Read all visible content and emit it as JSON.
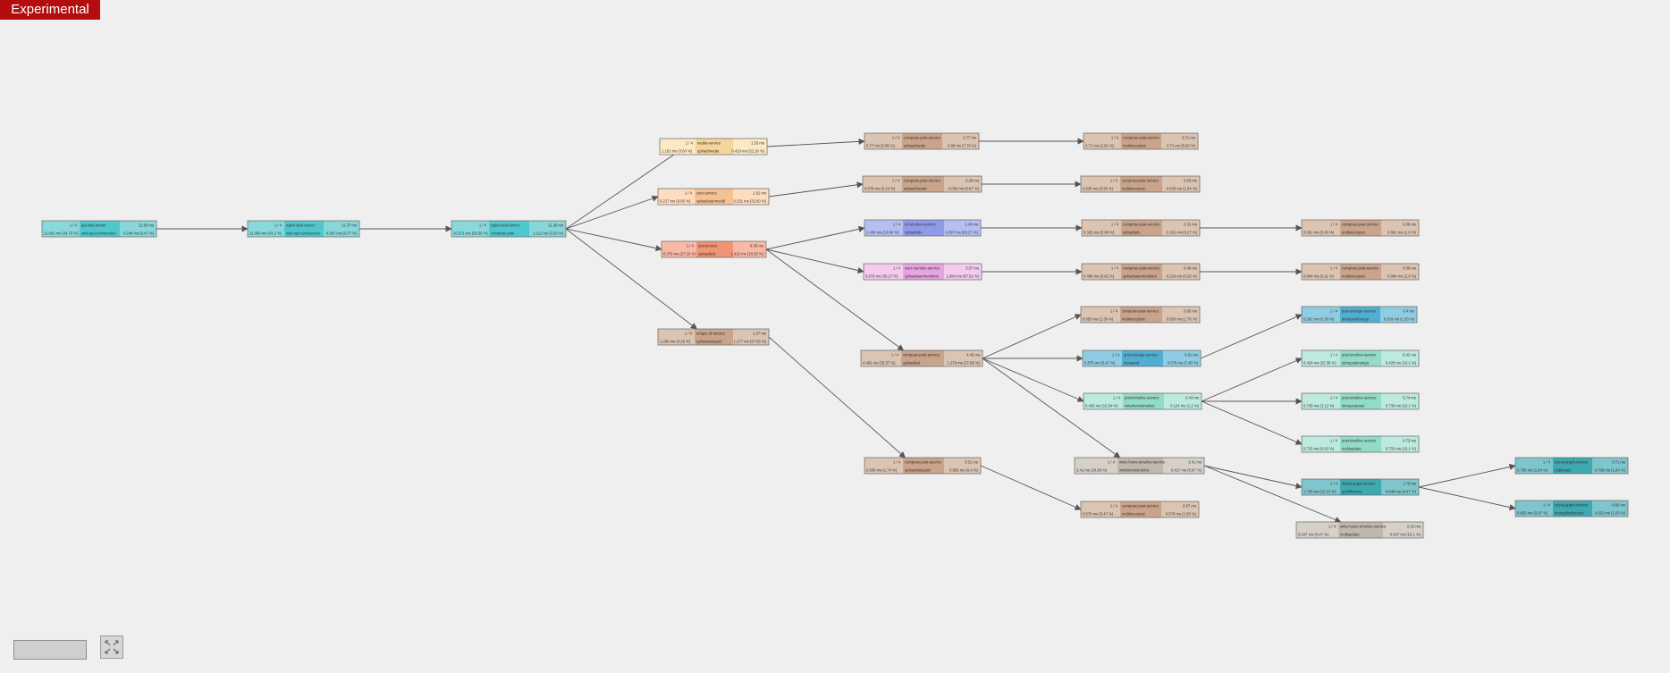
{
  "badge": "Experimental",
  "colors": {
    "edge": "#555555",
    "teal": [
      "#88d8dc",
      "#4ec7ce",
      "#86d6da"
    ],
    "yellow": [
      "#fbe9c3",
      "#f6d49a",
      "#fbe9c3"
    ],
    "peach": [
      "#fddcc0",
      "#f7c293",
      "#fddcc0"
    ],
    "salmon": [
      "#f8b9a6",
      "#ef9474",
      "#f8b9a6"
    ],
    "tan": [
      "#dbc4b2",
      "#c9a38a",
      "#dbc4b2"
    ],
    "blue": [
      "#b6bff2",
      "#8f9be8",
      "#b6bff2"
    ],
    "pink": [
      "#f4cbee",
      "#e8a4e0",
      "#f4cbee"
    ],
    "sky": [
      "#8fcce2",
      "#4faed3",
      "#8fcce2"
    ],
    "mint": [
      "#bde9de",
      "#92dbc7",
      "#bde9de"
    ],
    "gray": [
      "#d5d1c8",
      "#bfb9ad",
      "#d5d1c8"
    ],
    "deepteal": [
      "#7fc5cc",
      "#3ea9b1",
      "#7fc5cc"
    ]
  },
  "nodes": [
    {
      "id": "n1",
      "color": "teal",
      "count": "1 / 4",
      "service": "api-web-server",
      "op": "web-api-com/service",
      "time": "11.60 ms",
      "stat1": "11.601 ms (34.70 %)",
      "stat2": "0.249 ms (0.47 %)"
    },
    {
      "id": "n2",
      "color": "teal",
      "count": "1 / 4",
      "service": "nginx-web-server",
      "op": "web-api-com/service",
      "time": "11.37 ms",
      "stat1": "11.360 ms (34.2 %)",
      "stat2": "0.097 ms (0.77 %)"
    },
    {
      "id": "n3",
      "color": "teal",
      "count": "1 / 4",
      "service": "nginx-web-server",
      "op": "compose-post",
      "time": "11.30 ms",
      "stat1": "10.271 ms (30.56 %)",
      "stat2": "1.112 ms (3.33 %)"
    },
    {
      "id": "n4",
      "color": "yellow",
      "count": "1 / 4",
      "service": "media-service",
      "op": "uploadmedia",
      "time": "1.53 ms",
      "stat1": "1.181 ms (3.60 %)",
      "stat2": "0.419 ms (32.18 %)"
    },
    {
      "id": "n5",
      "color": "peach",
      "count": "1 / 4",
      "service": "user-service",
      "op": "uploadusermedid",
      "time": "1.61 ms",
      "stat1": "0.217 ms (0.65 %)",
      "stat2": "0.231 ms (32.60 %)"
    },
    {
      "id": "n6",
      "color": "salmon",
      "count": "1 / 4",
      "service": "text-service",
      "op": "uploadtext",
      "time": "8.35 ms",
      "stat1": "6.379 ms (27.19 %)",
      "stat2": "1.915 ms (16.33 %)"
    },
    {
      "id": "n7",
      "color": "tan",
      "count": "1 / 4",
      "service": "unique-id-service",
      "op": "uploaduniqueid",
      "time": "1.27 ms",
      "stat1": "1.266 ms (4.29 %)",
      "stat2": "1.277 ms (37.56 %)"
    },
    {
      "id": "n8",
      "color": "tan",
      "count": "1 / 4",
      "service": "compose-post-service",
      "op": "uploadmedia",
      "time": "0.77 ms",
      "stat1": "0.77 ms (3.09 %)",
      "stat2": "0.58 ms (7.78 %)"
    },
    {
      "id": "n9",
      "color": "tan",
      "count": "1 / 4",
      "service": "compose-post-service",
      "op": "uploadcreator",
      "time": "0.28 ms",
      "stat1": "0.078 ms (0.23 %)",
      "stat2": "0.060 ms (0.87 %)"
    },
    {
      "id": "n10",
      "color": "blue",
      "count": "1 / 4",
      "service": "url-shorten-service",
      "op": "uploadurls",
      "time": "1.43 ms",
      "stat1": "1.430 ms (13.60 %)",
      "stat2": "0.097 ms (63.27 %)"
    },
    {
      "id": "n11",
      "color": "pink",
      "count": "1 / 4",
      "service": "user-mention-service",
      "op": "uploadusermentions",
      "time": "3.57 ms",
      "stat1": "3.079 ms (35.17 %)",
      "stat2": "1.584 ms (67.52 %)"
    },
    {
      "id": "n12",
      "color": "tan",
      "count": "1 / 4",
      "service": "compose-post-service",
      "op": "uploadtext",
      "time": "4.42 ms",
      "stat1": "4.491 ms (35.57 %)",
      "stat2": "1.278 ms (37.88 %)"
    },
    {
      "id": "n13",
      "color": "tan",
      "count": "1 / 4",
      "service": "compose-post-service",
      "op": "uploaduniqueid",
      "time": "0.51 ms",
      "stat1": "0.509 ms (1.74 %)",
      "stat2": "0.092 ms (0.4 %)"
    },
    {
      "id": "n14",
      "color": "tan",
      "count": "1 / 4",
      "service": "compose-post-service",
      "op": "multiexecpost",
      "time": "0.71 ms",
      "stat1": "0.71 ms (2.02 %)",
      "stat2": "0.71 ms (5.03 %)"
    },
    {
      "id": "n15",
      "color": "tan",
      "count": "1 / 4",
      "service": "compose-post-service",
      "op": "multiexecpost",
      "time": "0.63 ms",
      "stat1": "0.630 ms (0.36 %)",
      "stat2": "0.630 ms (1.84 %)"
    },
    {
      "id": "n16",
      "color": "tan",
      "count": "1 / 4",
      "service": "compose-post-service",
      "op": "uploadurls",
      "time": "0.31 ms",
      "stat1": "0.325 ms (0.68 %)",
      "stat2": "0.161 ms (0.27 %)"
    },
    {
      "id": "n17",
      "color": "tan",
      "count": "1 / 4",
      "service": "compose-post-service",
      "op": "uploadusermentions",
      "time": "0.49 ms",
      "stat1": "0.496 ms (0.62 %)",
      "stat2": "0.224 ms (0.20 %)"
    },
    {
      "id": "n18",
      "color": "tan",
      "count": "1 / 4",
      "service": "compose-post-service",
      "op": "multiexecpost",
      "time": "0.65 ms",
      "stat1": "0.650 ms (1.36 %)",
      "stat2": "0.650 ms (1.76 %)"
    },
    {
      "id": "n19",
      "color": "sky",
      "count": "1 / 4",
      "service": "post-storage-service",
      "op": "storepost",
      "time": "0.81 ms",
      "stat1": "0.875 ms (0.47 %)",
      "stat2": "0.575 ms (7.48 %)"
    },
    {
      "id": "n20",
      "color": "mint",
      "count": "1 / 4",
      "service": "post-timeline-service",
      "op": "writehometimeline",
      "time": "0.43 ms",
      "stat1": "0.433 ms (10.54 %)",
      "stat2": "0.124 ms (1.2 %)"
    },
    {
      "id": "n21",
      "color": "gray",
      "count": "1 / 4",
      "service": "write-home-timeline-service",
      "op": "writehometimeline",
      "time": "3.41 ms",
      "stat1": "3.41 ms (26.68 %)",
      "stat2": "0.427 ms (0.97 %)"
    },
    {
      "id": "n22",
      "color": "tan",
      "count": "1 / 4",
      "service": "compose-post-service",
      "op": "multiexecpost",
      "time": "0.57 ms",
      "stat1": "0.570 ms (0.47 %)",
      "stat2": "0.570 ms (1.58 %)"
    },
    {
      "id": "n23",
      "color": "tan",
      "count": "1 / 4",
      "service": "compose-post-service",
      "op": "multiexecpost",
      "time": "0.06 ms",
      "stat1": "0.061 ms (0.45 %)",
      "stat2": "0.061 ms (1.0 %)"
    },
    {
      "id": "n24",
      "color": "tan",
      "count": "1 / 4",
      "service": "compose-post-service",
      "op": "multiexecpost",
      "time": "0.06 ms",
      "stat1": "0.064 ms (0.11 %)",
      "stat2": "0.064 ms (1.0 %)"
    },
    {
      "id": "n25",
      "color": "sky",
      "count": "1 / 4",
      "service": "post-storage-service",
      "op": "storepostmongo",
      "time": "0.4 ms",
      "stat1": "0.262 ms (0.30 %)",
      "stat2": "0.016 ms (1.03 %)"
    },
    {
      "id": "n26",
      "color": "mint",
      "count": "1 / 4",
      "service": "post-timeline-service",
      "op": "storepostmongo",
      "time": "0.42 ms",
      "stat1": "0.429 ms (22.58 %)",
      "stat2": "0.428 ms (10.1 %)"
    },
    {
      "id": "n27",
      "color": "mint",
      "count": "1 / 4",
      "service": "post-timeline-service",
      "op": "storepostuser",
      "time": "0.74 ms",
      "stat1": "0.739 ms (3.12 %)",
      "stat2": "0.739 ms (10.1 %)"
    },
    {
      "id": "n28",
      "color": "mint",
      "count": "1 / 4",
      "service": "post-timeline-service",
      "op": "multiupdate",
      "time": "0.73 ms",
      "stat1": "0.733 ms (0.82 %)",
      "stat2": "0.733 ms (10.1 %)"
    },
    {
      "id": "n29",
      "color": "deepteal",
      "count": "1 / 4",
      "service": "social-graph-service",
      "op": "getfollowers",
      "time": "1.79 ms",
      "stat1": "1.795 ms (15.13 %)",
      "stat2": "0.048 ms (6.47 %)"
    },
    {
      "id": "n30",
      "color": "gray",
      "count": "1 / 4",
      "service": "write-home-timeline-service",
      "op": "multiupdate",
      "time": "0.16 ms",
      "stat1": "0.047 ms (0.47 %)",
      "stat2": "0.047 ms (10.1 %)"
    },
    {
      "id": "n31",
      "color": "deepteal",
      "count": "1 / 4",
      "service": "social-graph-service",
      "op": "redisread",
      "time": "0.71 ms",
      "stat1": "0.708 ms (1.64 %)",
      "stat2": "0.708 ms (1.64 %)"
    },
    {
      "id": "n32",
      "color": "deepteal",
      "count": "1 / 4",
      "service": "social-graph-service",
      "op": "mongofindrtouser",
      "time": "0.66 ms",
      "stat1": "0.653 ms (0.87 %)",
      "stat2": "0.653 ms (1.03 %)"
    }
  ],
  "edges": [
    [
      "n1",
      "n2"
    ],
    [
      "n2",
      "n3"
    ],
    [
      "n3",
      "n4"
    ],
    [
      "n3",
      "n5"
    ],
    [
      "n3",
      "n6"
    ],
    [
      "n3",
      "n7"
    ],
    [
      "n4",
      "n8"
    ],
    [
      "n5",
      "n9"
    ],
    [
      "n6",
      "n10"
    ],
    [
      "n6",
      "n11"
    ],
    [
      "n6",
      "n12"
    ],
    [
      "n7",
      "n13"
    ],
    [
      "n8",
      "n14"
    ],
    [
      "n9",
      "n15"
    ],
    [
      "n10",
      "n16"
    ],
    [
      "n11",
      "n17"
    ],
    [
      "n16",
      "n23"
    ],
    [
      "n17",
      "n24"
    ],
    [
      "n12",
      "n18"
    ],
    [
      "n12",
      "n19"
    ],
    [
      "n12",
      "n20"
    ],
    [
      "n12",
      "n21"
    ],
    [
      "n13",
      "n22"
    ],
    [
      "n19",
      "n25"
    ],
    [
      "n20",
      "n26"
    ],
    [
      "n20",
      "n27"
    ],
    [
      "n20",
      "n28"
    ],
    [
      "n21",
      "n29"
    ],
    [
      "n21",
      "n30"
    ],
    [
      "n29",
      "n31"
    ],
    [
      "n29",
      "n32"
    ]
  ]
}
